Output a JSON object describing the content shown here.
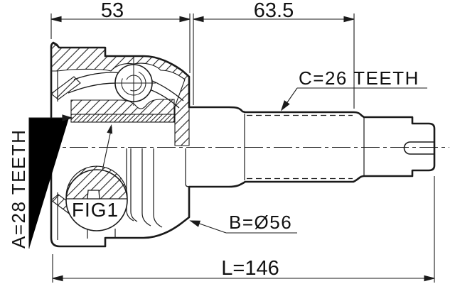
{
  "drawing": {
    "type": "technical-part-drawing",
    "subject": "cv-joint-outer-half-shaft-cross-section",
    "dimensions": {
      "body_width": "53",
      "shaft_length": "63.5",
      "overall_length": "L=146"
    },
    "labels": {
      "outer_spline_teeth": "C=26 TEETH",
      "inner_spline_teeth": "A=28 TEETH",
      "body_diameter": "B=Ø56",
      "detail_callout": "FIG1"
    },
    "colors": {
      "line": "#1a1a1a",
      "background": "#ffffff"
    }
  }
}
